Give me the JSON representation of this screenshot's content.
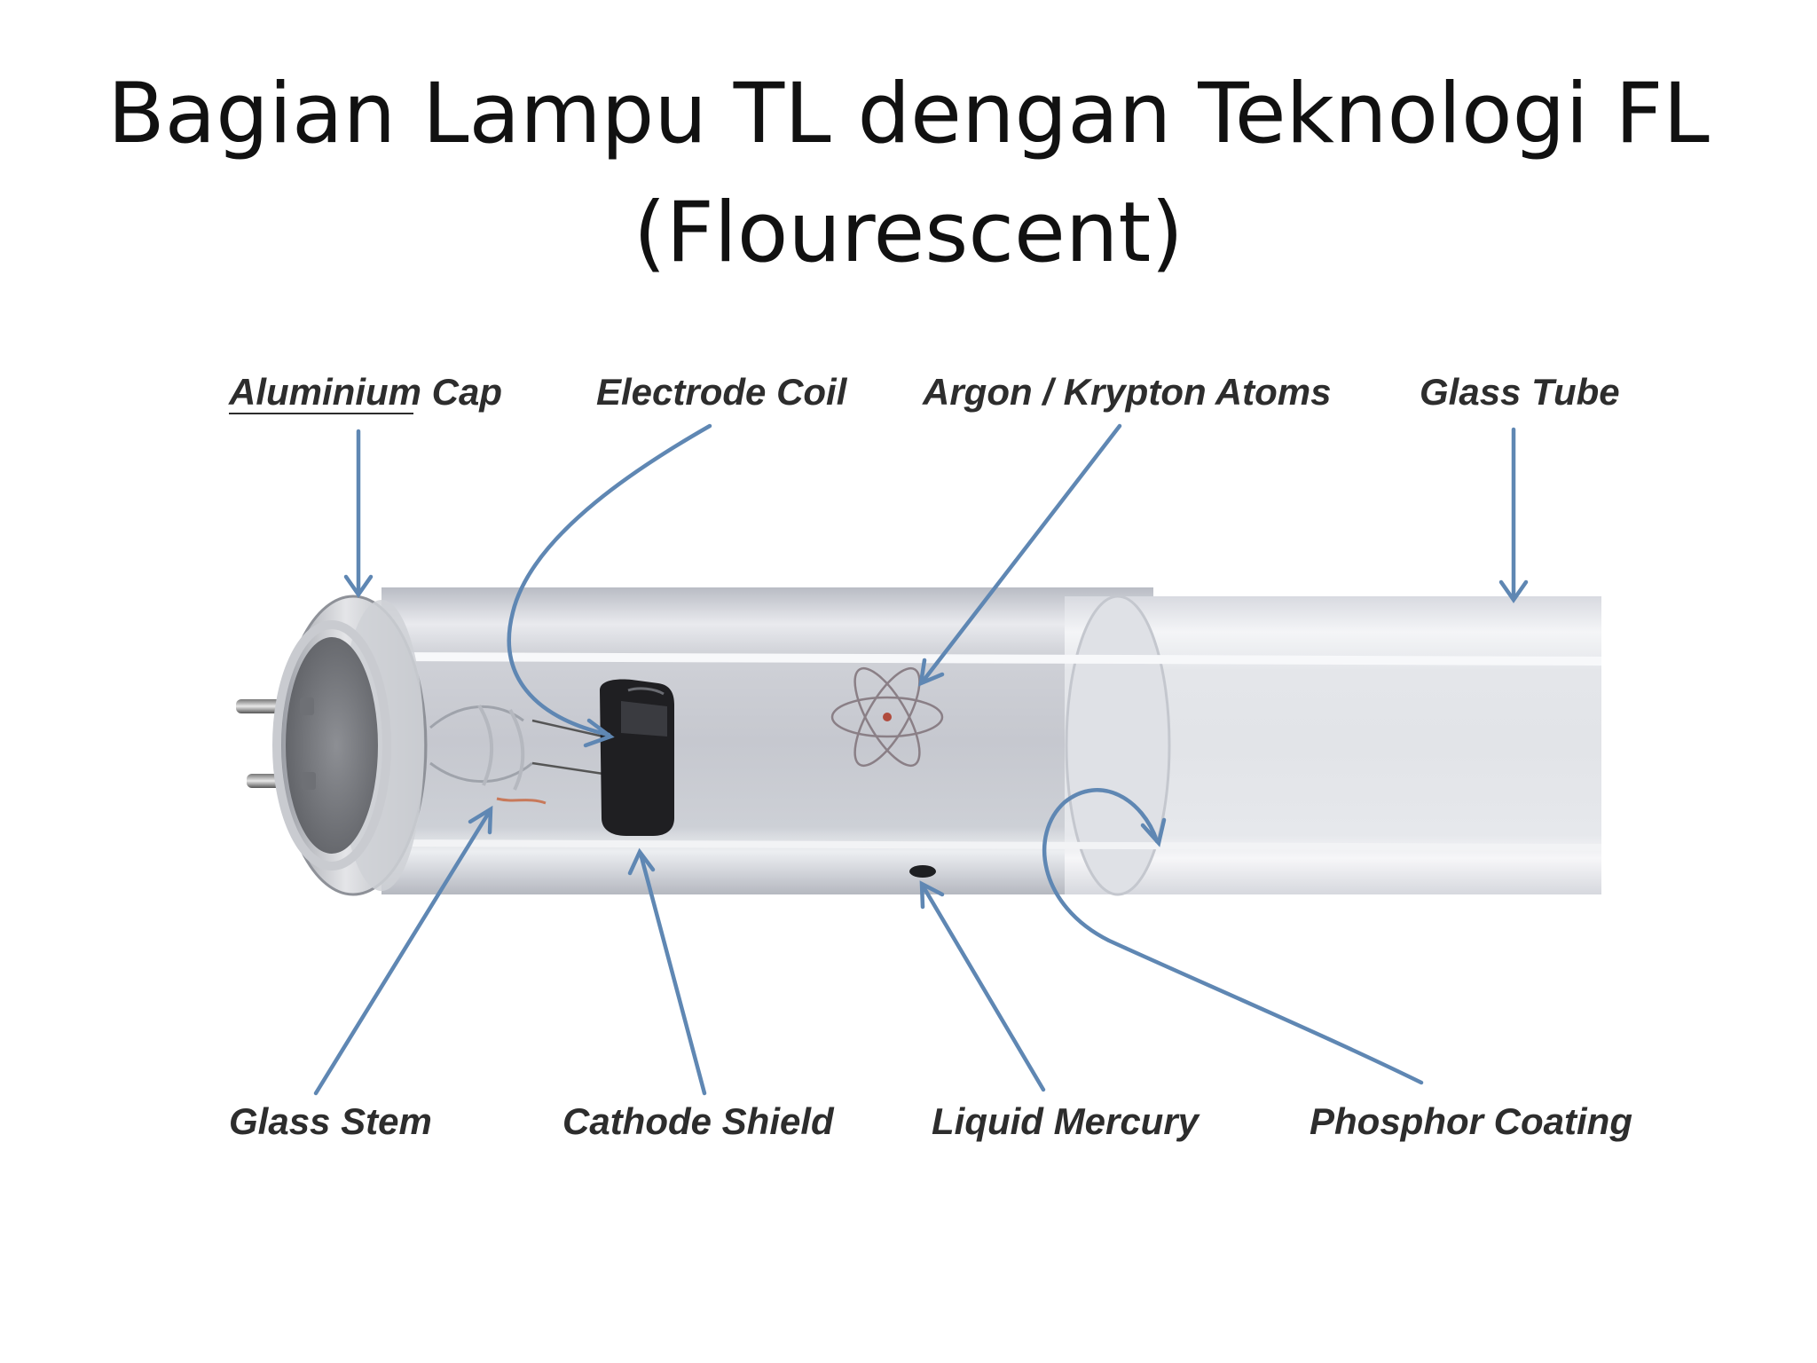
{
  "title": {
    "line1": "Bagian Lampu TL dengan Teknologi FL",
    "line2": "(Flourescent)"
  },
  "labels": {
    "aluminium_cap": "Aluminium Cap",
    "electrode_coil": "Electrode Coil",
    "argon_krypton": "Argon / Krypton Atoms",
    "glass_tube": "Glass Tube",
    "glass_stem": "Glass Stem",
    "cathode_shield": "Cathode Shield",
    "liquid_mercury": "Liquid Mercury",
    "phosphor_coating": "Phosphor Coating"
  },
  "colors": {
    "arrow": "#5f87b3",
    "label_text": "#2d2d2d",
    "title_text": "#111111",
    "tube_glass": "#d2d4da",
    "cap_metal": "#b9bcc2"
  }
}
